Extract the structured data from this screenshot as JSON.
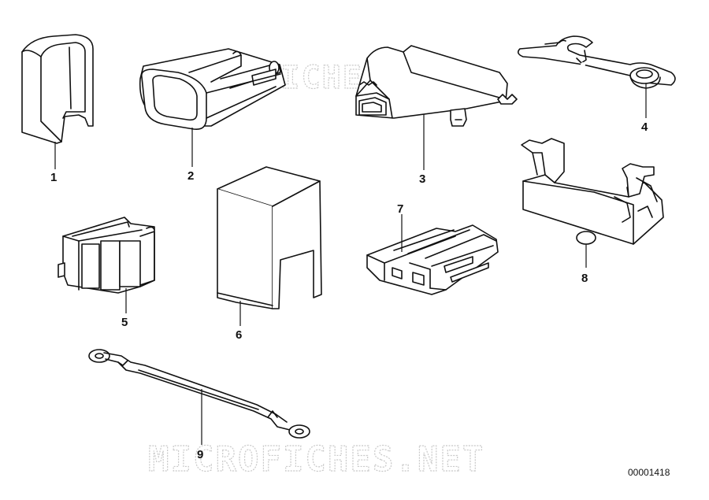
{
  "watermark": "MICROFICHES.NET",
  "doc_id": "00001418",
  "callouts": [
    "1",
    "2",
    "3",
    "4",
    "5",
    "6",
    "7",
    "8",
    "9"
  ],
  "colors": {
    "line": "#111111",
    "fill": "#ffffff",
    "watermark": "#c9c9c9"
  }
}
